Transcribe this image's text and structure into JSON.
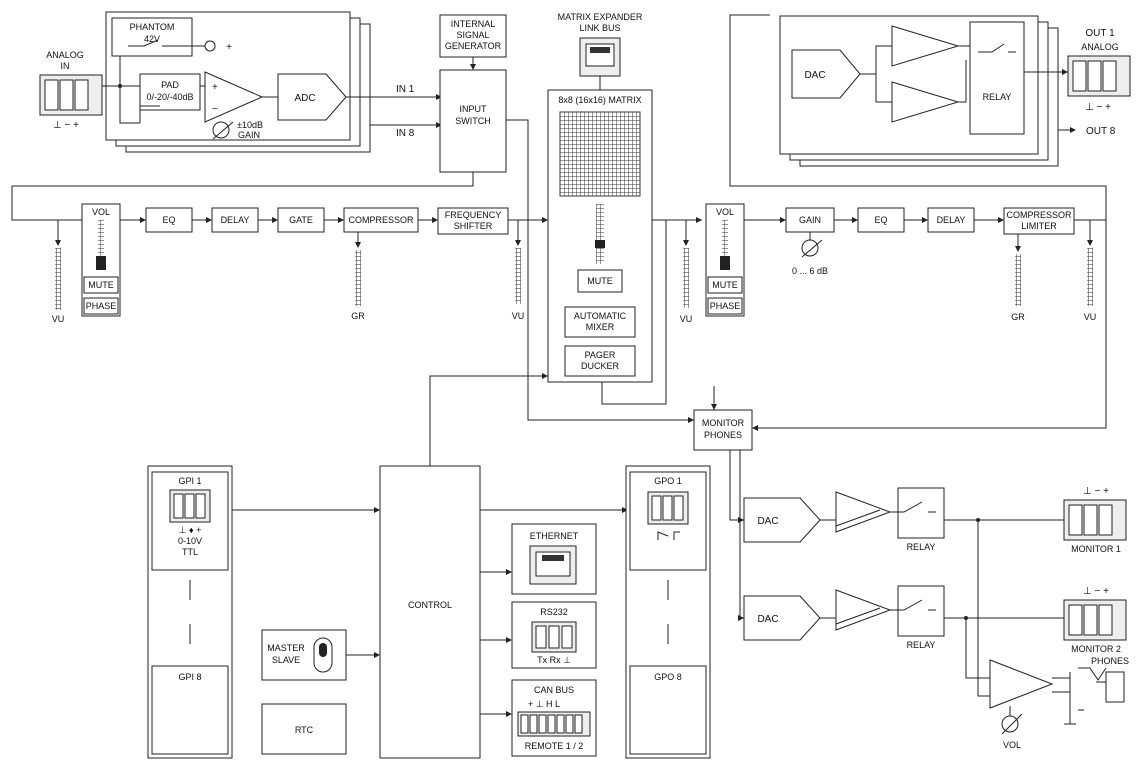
{
  "input": {
    "analog_in": [
      "ANALOG",
      "IN"
    ],
    "terminal": "⊥ − +",
    "phantom": [
      "PHANTOM",
      "42V"
    ],
    "plus": "+",
    "pad": [
      "PAD",
      "0/-20/-40dB"
    ],
    "gain": [
      "±10dB",
      "GAIN"
    ],
    "adc": "ADC",
    "in1": "IN 1",
    "in8": "IN 8",
    "generator": [
      "INTERNAL",
      "SIGNAL",
      "GENERATOR"
    ],
    "switch": [
      "INPUT",
      "SWITCH"
    ]
  },
  "matrix": {
    "expander": [
      "MATRIX EXPANDER",
      "LINK BUS"
    ],
    "title": "8x8 (16x16) MATRIX",
    "mute": "MUTE",
    "automix": [
      "AUTOMATIC",
      "MIXER"
    ],
    "pager": [
      "PAGER",
      "DUCKER"
    ]
  },
  "input_chain": {
    "vol": "VOL",
    "mute": "MUTE",
    "phase": "PHASE",
    "eq": "EQ",
    "delay": "DELAY",
    "gate": "GATE",
    "compressor": "COMPRESSOR",
    "shifter": [
      "FREQUENCY",
      "SHIFTER"
    ],
    "vu": "VU",
    "gr": "GR"
  },
  "output_chain": {
    "vol": "VOL",
    "mute": "MUTE",
    "phase": "PHASE",
    "gain": "GAIN",
    "gain_range": "0 ... 6 dB",
    "eq": "EQ",
    "delay": "DELAY",
    "comp": [
      "COMPRESSOR",
      "LIMITER"
    ],
    "vu": "VU",
    "gr": "GR"
  },
  "output": {
    "dac": "DAC",
    "relay": "RELAY",
    "out1": "OUT 1",
    "analog": "ANALOG",
    "terminal": "⊥ − +",
    "out8": "OUT 8"
  },
  "monitor": {
    "phones_block": [
      "MONITOR",
      "PHONES"
    ],
    "dac": "DAC",
    "relay": "RELAY",
    "terminal": "⊥ − +",
    "monitor1": "MONITOR 1",
    "monitor2": "MONITOR 2",
    "phones": "PHONES",
    "vol": "VOL"
  },
  "control": {
    "title": "CONTROL",
    "gpi1": "GPI 1",
    "gpi_pins": "⊥ ♦ +",
    "gpi_range": "0-10V",
    "gpi_ttl": "TTL",
    "gpi8": "GPI 8",
    "master": [
      "MASTER",
      "SLAVE"
    ],
    "rtc": "RTC",
    "ethernet": "ETHERNET",
    "rs232": "RS232",
    "rs232_pins": "Tx  Rx  ⊥",
    "canbus": "CAN BUS",
    "can_pins": "+  ⊥  H  L",
    "remote": "REMOTE 1 / 2",
    "gpo1": "GPO 1",
    "gpo8": "GPO 8"
  }
}
